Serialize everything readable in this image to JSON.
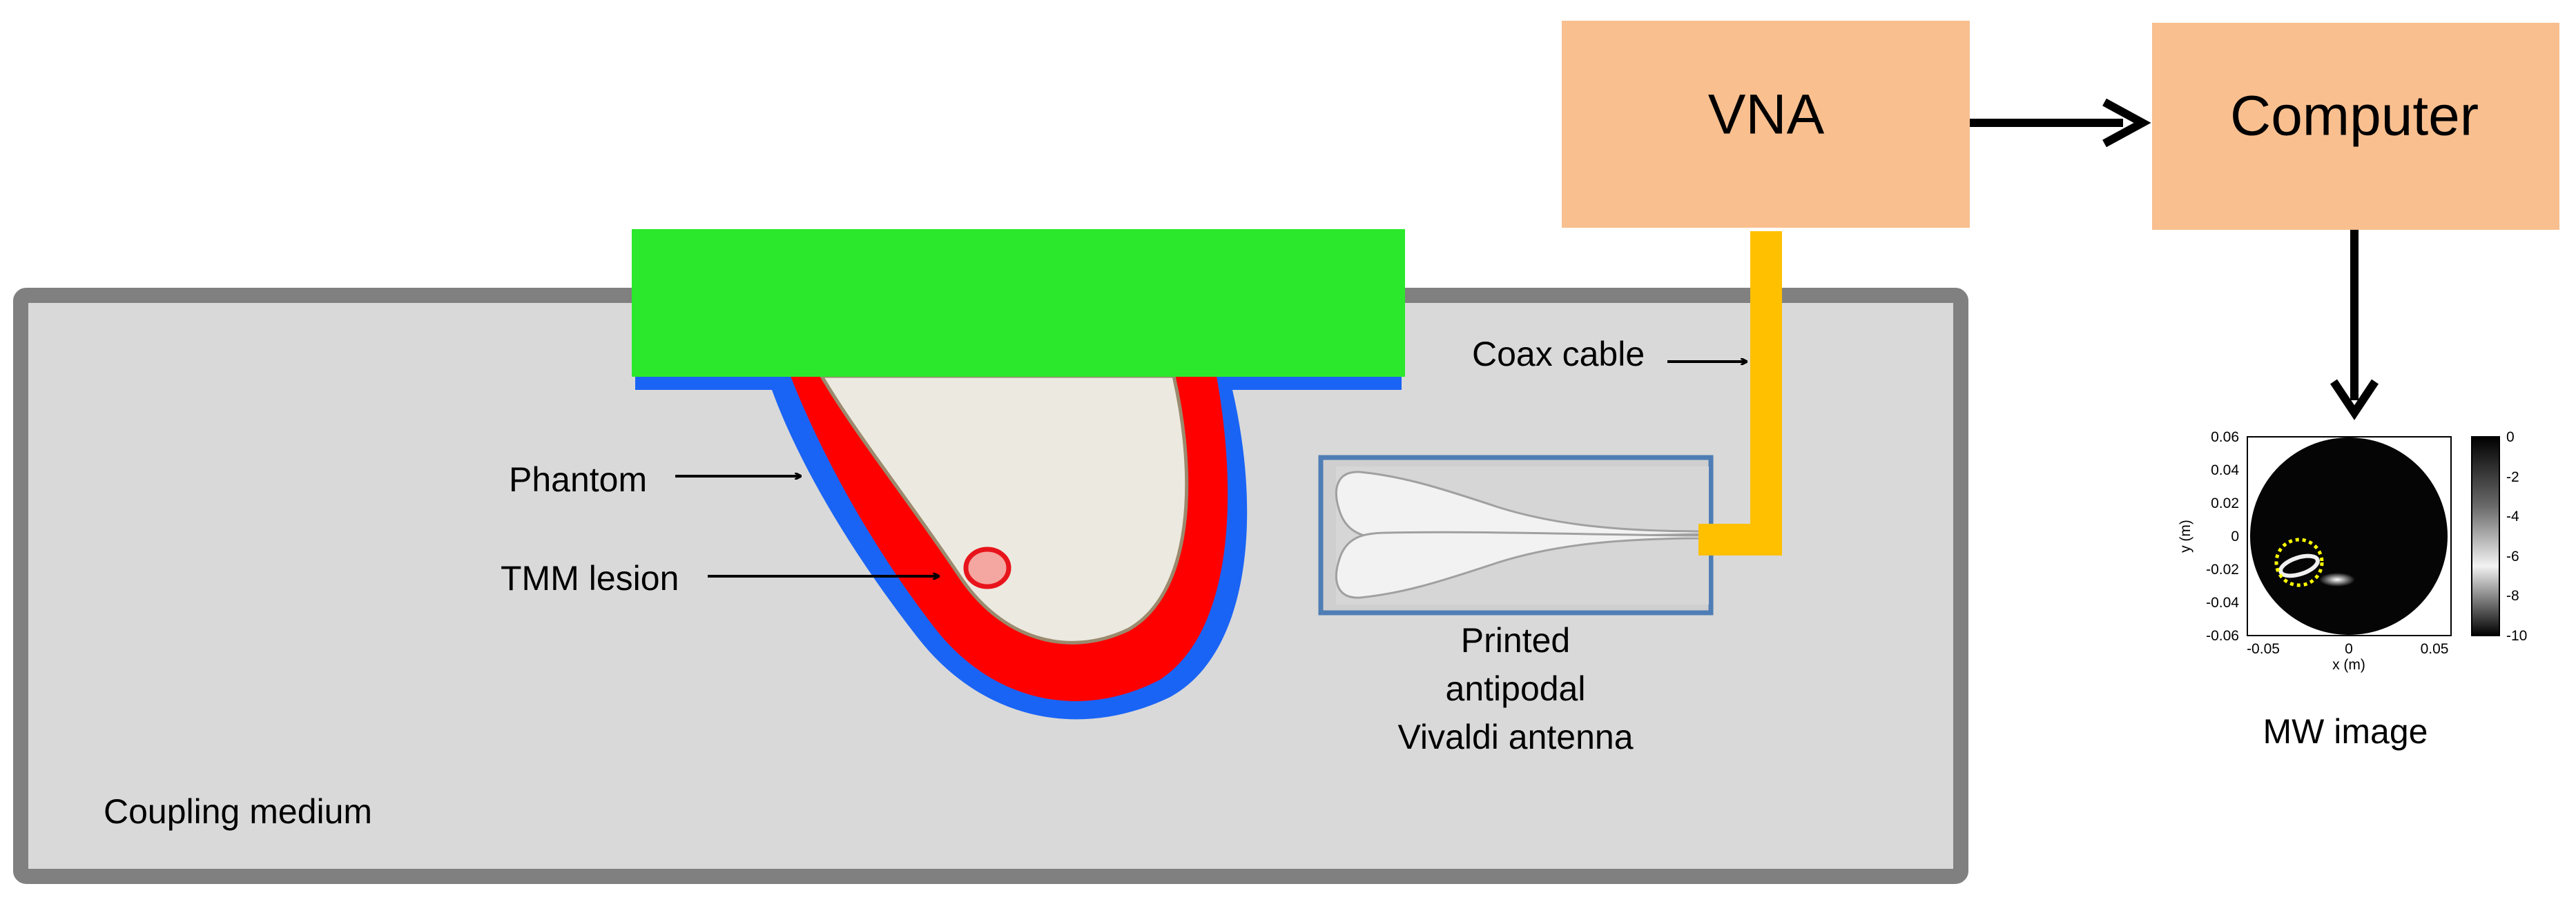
{
  "boxes": {
    "vna": "VNA",
    "computer": "Computer"
  },
  "labels": {
    "coax_cable": "Coax cable",
    "phantom": "Phantom",
    "tmm_lesion": "TMM lesion",
    "antenna_line1": "Printed",
    "antenna_line2": "antipodal",
    "antenna_line3": "Vivaldi antenna",
    "coupling_medium": "Coupling medium",
    "mw_image": "MW image"
  },
  "colors": {
    "tank_border": "#808080",
    "tank_fill": "#d9d9d9",
    "platform": "#2ce82c",
    "skin": "#1a64f5",
    "fat": "#ff0000",
    "tissue": "#ece9e0",
    "box": "#f9bf8f",
    "cable": "#ffc000",
    "antenna_frame": "#4f7db5",
    "lesion_ring": "#ffff00"
  },
  "mw_plot": {
    "yticks": [
      "0.06",
      "0.04",
      "0.02",
      "0",
      "-0.02",
      "-0.04",
      "-0.06"
    ],
    "xticks": [
      "-0.05",
      "0",
      "0.05"
    ],
    "ylabel": "y (m)",
    "xlabel": "x (m)",
    "colorbar_ticks": [
      "0",
      "-2",
      "-4",
      "-6",
      "-8",
      "-10"
    ]
  }
}
